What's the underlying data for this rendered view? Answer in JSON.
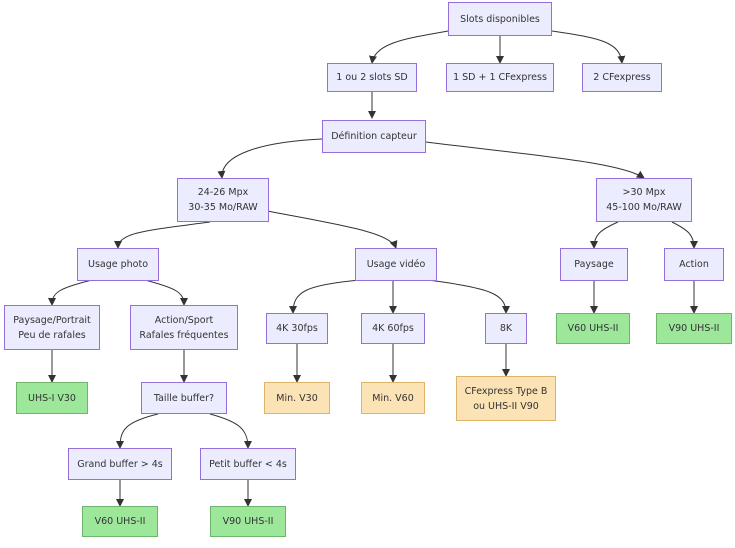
{
  "nodes": {
    "slots": "Slots disponibles",
    "sd": "1 ou 2 slots SD",
    "sd_cf": "1 SD + 1 CFexpress",
    "cf2": "2 CFexpress",
    "sensor": "Définition capteur",
    "mid_line1": "24-26 Mpx",
    "mid_line2": "30-35 Mo/RAW",
    "high_line1": ">30 Mpx",
    "high_line2": "45-100 Mo/RAW",
    "photo": "Usage photo",
    "video": "Usage vidéo",
    "landscape": "Paysage",
    "action": "Action",
    "portrait_line1": "Paysage/Portrait",
    "portrait_line2": "Peu de rafales",
    "sport_line1": "Action/Sport",
    "sport_line2": "Rafales fréquentes",
    "k4_30": "4K 30fps",
    "k4_60": "4K 60fps",
    "k8": "8K",
    "v60_high": "V60 UHS-II",
    "v90_high": "V90 UHS-II",
    "v30_card": "UHS-I V30",
    "buffer": "Taille buffer?",
    "min_v30": "Min. V30",
    "min_v60": "Min. V60",
    "cfexp_line1": "CFexpress Type B",
    "cfexp_line2": "ou UHS-II V90",
    "big_buf": "Grand buffer > 4s",
    "small_buf": "Petit buffer < 4s",
    "v60_buf": "V60 UHS-II",
    "v90_buf": "V90 UHS-II"
  },
  "colors": {
    "default_fill": "#ECECFF",
    "default_border": "#9370DB",
    "green_fill": "#9DE79B",
    "amber_fill": "#FCE3B6",
    "edge": "#333333"
  }
}
